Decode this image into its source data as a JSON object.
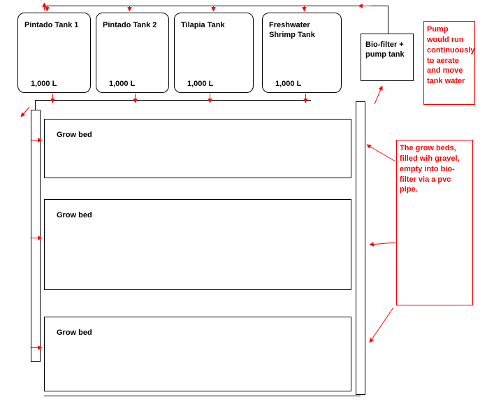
{
  "colors": {
    "annotation_red": "#ff0000",
    "pipe_black": "#000000",
    "background": "#ffffff"
  },
  "tanks": [
    {
      "label": "Pintado Tank 1",
      "volume": "1,000 L"
    },
    {
      "label": "Pintado Tank 2",
      "volume": "1,000 L"
    },
    {
      "label": "Tilapia Tank",
      "volume": "1,000 L"
    },
    {
      "label": "Freshwater Shrimp Tank",
      "volume": "1,000 L"
    }
  ],
  "biofilter": {
    "label": "Bio-filter + pump tank"
  },
  "grow_beds": [
    {
      "label": "Grow bed"
    },
    {
      "label": "Grow bed"
    },
    {
      "label": "Grow bed"
    }
  ],
  "annotations": [
    {
      "text": "Pump would run continuously to aerate and move tank water"
    },
    {
      "text": "The grow beds, filled wih gravel, empty into bio-filter via a pvc pipe."
    }
  ]
}
